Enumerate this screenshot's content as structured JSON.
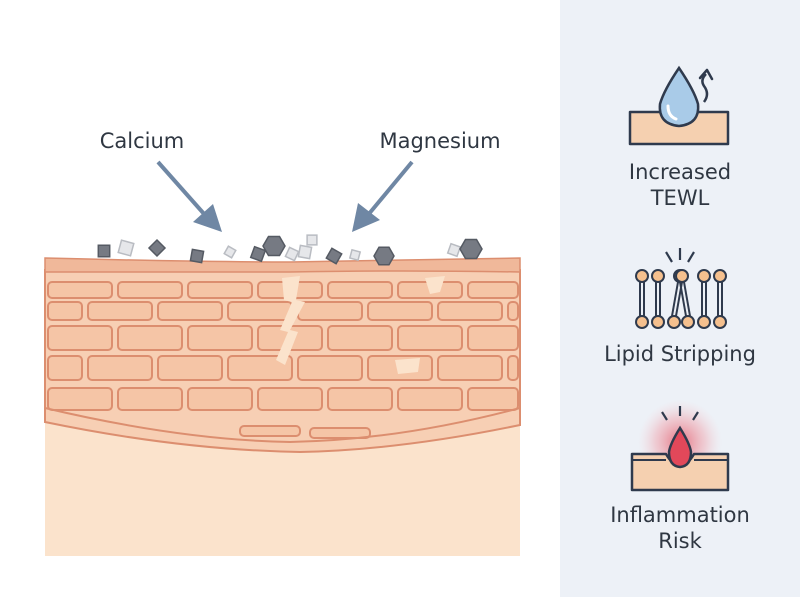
{
  "diagram": {
    "mineral_labels": {
      "calcium": "Calcium",
      "magnesium": "Magnesium"
    },
    "effects": [
      {
        "label": "Increased\nTEWL",
        "icon": "water-drop-evaporation-icon"
      },
      {
        "label": "Lipid Stripping",
        "icon": "lipid-bilayer-disruption-icon"
      },
      {
        "label": "Inflammation\nRisk",
        "icon": "inflammation-droplet-icon"
      }
    ],
    "colors": {
      "skin_fill": "#f5c5a6",
      "skin_outline": "#dc8e6f",
      "base_tissue": "#fbe3cc",
      "mineral_dark": "#767a83",
      "mineral_light": "#e6e7ea",
      "arrow": "#6f87a4",
      "panel_bg": "#edf1f7",
      "outline": "#2f3a4d",
      "water": "#a9cbe8",
      "inflammation": "#e2485a"
    }
  }
}
